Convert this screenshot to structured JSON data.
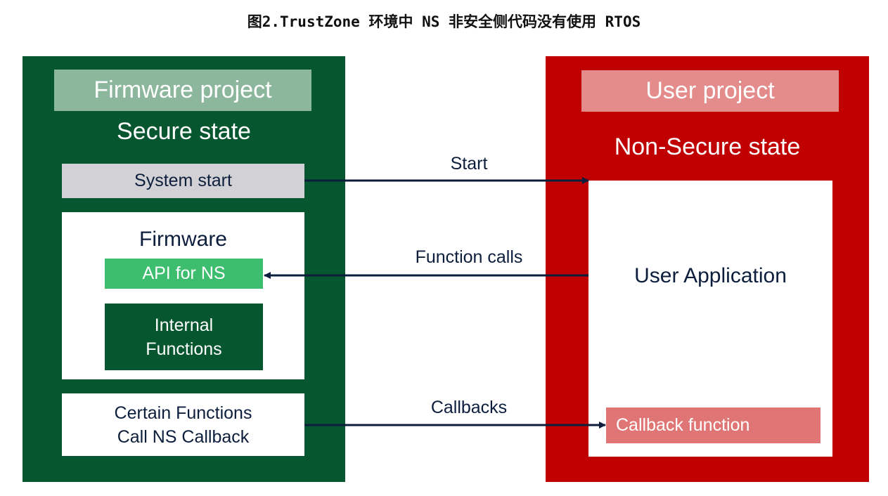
{
  "figure_title": "图2.TrustZone 环境中 NS 非安全侧代码没有使用 RTOS",
  "secure_side": {
    "project_label": "Firmware project",
    "state_label": "Secure state",
    "system_start": "System start",
    "firmware": {
      "label": "Firmware",
      "api": "API for NS",
      "internal_line1": "Internal",
      "internal_line2": "Functions"
    },
    "callback_caller_line1": "Certain Functions",
    "callback_caller_line2": "Call NS Callback"
  },
  "nonsecure_side": {
    "project_label": "User project",
    "state_label": "Non-Secure state",
    "application": "User Application",
    "callback_function": "Callback function"
  },
  "arrows": {
    "start": "Start",
    "function_calls": "Function calls",
    "callbacks": "Callbacks"
  },
  "colors": {
    "secure_dark_green": "#065730",
    "secure_light_green": "#8db79d",
    "api_green": "#3dbd6e",
    "nonsecure_red": "#c00000",
    "user_project_pink": "#e48b8b",
    "callback_pink": "#e07575",
    "system_start_gray": "#d2d2d6",
    "arrow_navy": "#0c1e3c"
  }
}
